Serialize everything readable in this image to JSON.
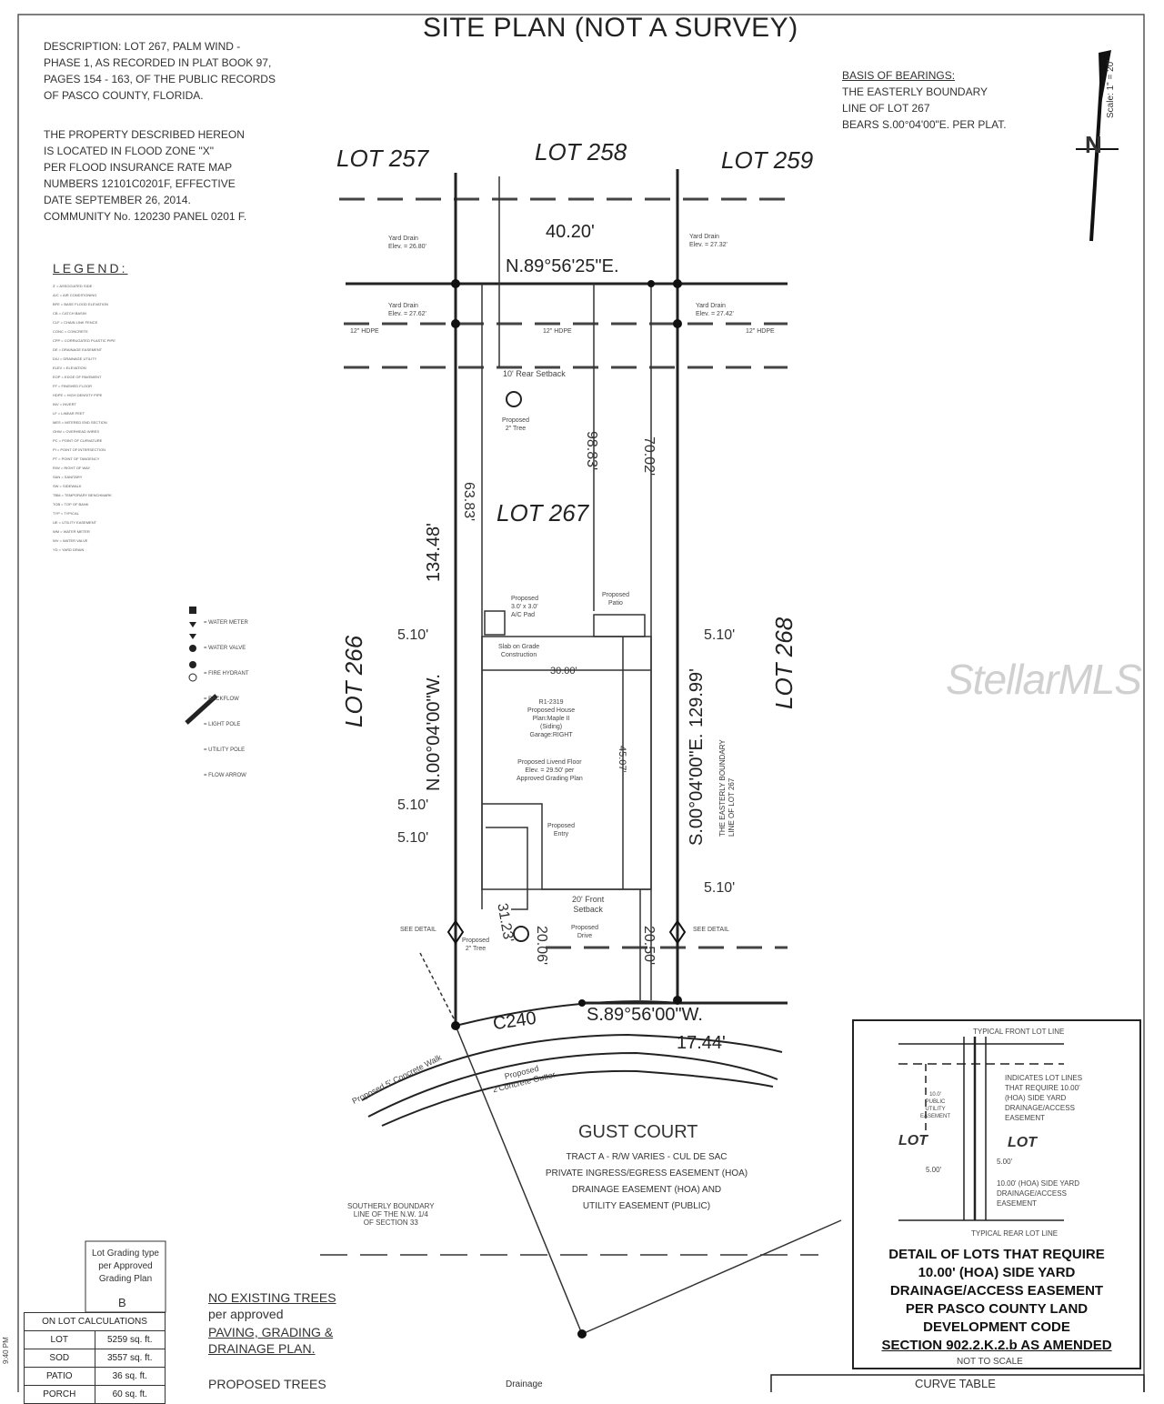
{
  "title": "SITE PLAN (NOT A SURVEY)",
  "description": "DESCRIPTION: LOT 267, PALM WIND -\nPHASE 1, AS RECORDED IN PLAT BOOK 97,\nPAGES 154 - 163, OF THE PUBLIC RECORDS\nOF PASCO COUNTY, FLORIDA.",
  "flood_zone": "THE PROPERTY DESCRIBED HEREON\nIS LOCATED IN FLOOD ZONE \"X\"\nPER FLOOD INSURANCE RATE MAP\nNUMBERS 12101C0201F, EFFECTIVE\nDATE SEPTEMBER 26, 2014.\nCOMMUNITY No. 120230 PANEL 0201 F.",
  "basis_of_bearings": {
    "heading": "BASIS OF BEARINGS:",
    "text": "THE EASTERLY BOUNDARY\nLINE OF LOT 267\nBEARS S.00°04'00\"E. PER PLAT."
  },
  "north_arrow": {
    "label": "N",
    "scale": "Scale: 1\" = 20'"
  },
  "lots": {
    "lot257": "LOT  257",
    "lot258": "LOT  258",
    "lot259": "LOT  259",
    "lot267": "LOT  267",
    "lot266": "LOT  266",
    "lot268": "LOT  268"
  },
  "dimensions": {
    "north_width": "40.20'",
    "north_bearing": "N.89°56'25\"E.",
    "west_length": "134.48'",
    "west_bearing": "N.00°04'00\"W.",
    "east_length": "129.99'",
    "east_bearing": "S.00°04'00\"E.",
    "south_bearing": "S.89°56'00\"W.",
    "south_length": "17.44'",
    "curve": "C240",
    "side_w1": "5.10'",
    "side_w2": "5.10'",
    "side_w3": "5.10'",
    "side_e1": "5.10'",
    "side_e2": "5.10'",
    "house_width": "30.00'",
    "d_63_83": "63.83'",
    "d_98_83": "98.83'",
    "d_70_02": "70.02'",
    "d_45_07": "45.07'",
    "d_31_23": "31.23'",
    "d_20_06": "20.06'",
    "d_20_50": "20.50'"
  },
  "labels": {
    "rear_setback": "10' Rear Setback",
    "front_setback": "20' Front\nSetback",
    "proposed_tree_top": "Proposed\n2\" Tree",
    "proposed_tree_bottom": "Proposed\n2\" Tree",
    "ac_pad": "Proposed\n3.0' x 3.0'\nA/C Pad",
    "patio": "Proposed\nPatio",
    "slab": "Slab on Grade\nConstruction",
    "house": "R1-2319\nProposed House\nPlan:Maple II\n(Siding)\nGarage:RIGHT",
    "living_floor": "Proposed Livend Floor\nElev. = 29.50' per\nApproved Grading Plan",
    "entry": "Proposed\nEntry",
    "drive": "Proposed\nDrive",
    "sidewalk": "Proposed 5' Concrete Walk",
    "gutter": "Proposed\n2'Concrete Gutter",
    "hdpe_w": "12\" HDPE",
    "hdpe_c": "12\" HDPE",
    "hdpe_e": "12\" HDPE",
    "yard_drain_nw": "Yard Drain\nElev. = 26.80'",
    "yard_drain_ne": "Yard Drain\nElev. = 27.32'",
    "yard_drain_w": "Yard Drain\nElev. = 27.62'",
    "yard_drain_e": "Yard Drain\nElev. = 27.42'",
    "see_detail_w": "SEE DETAIL",
    "see_detail_e": "SEE DETAIL",
    "easterly_boundary": "THE EASTERLY BOUNDARY\nLINE OF LOT 267"
  },
  "street": {
    "name": "GUST COURT",
    "lines": "TRACT A - R/W VARIES - CUL DE SAC\nPRIVATE INGRESS/EGRESS EASEMENT (HOA)\nDRAINAGE EASEMENT (HOA) AND\nUTILITY EASEMENT (PUBLIC)"
  },
  "southerly_boundary": "SOUTHERLY BOUNDARY\nLINE OF THE N.W. 1/4\nOF SECTION 33",
  "legend": {
    "title": "LEGEND:",
    "items": [
      "3' = ASSOCIATED SIDE",
      "A/C = AIR CONDITIONING",
      "BFE = BASE FLOOD ELEVATION",
      "CB = CATCH BASIN",
      "CLF = CHAIN LINK FENCE",
      "CONC = CONCRETE",
      "CPP = CORRUGATED PLASTIC PIPE",
      "DE = DRAINAGE EASEMENT",
      "D/U = DRAINAGE UTILITY",
      "ELEV = ELEVATION",
      "EOP = EDGE OF PAVEMENT",
      "FF = FINISHED FLOOR",
      "HDPE = HIGH DENSITY PIPE",
      "INV = INVERT",
      "LF = LINEAR FEET",
      "MES = MITERED END SECTION",
      "OHW = OVERHEAD WIRES",
      "PC = POINT OF CURVATURE",
      "PI = POINT OF INTERSECTION",
      "PT = POINT OF TANGENCY",
      "R/W = RIGHT OF WAY",
      "SAN = SANITARY",
      "SW = SIDEWALK",
      "TBM = TEMPORARY BENCHMARK",
      "TOB = TOP OF BANK",
      "TYP = TYPICAL",
      "UE = UTILITY EASEMENT",
      "WM = WATER METER",
      "WV = WATER VALVE",
      "YD = YARD DRAIN"
    ],
    "symbols": [
      "= WATER METER",
      "= WATER VALVE",
      "= FIRE HYDRANT",
      "= BACKFLOW",
      "= LIGHT POLE",
      "= UTILITY POLE",
      "= FLOW ARROW"
    ]
  },
  "lot_grading": {
    "label": "Lot Grading type\nper Approved\nGrading Plan",
    "value": "B"
  },
  "calculations": {
    "heading": "ON LOT CALCULATIONS",
    "rows": [
      [
        "LOT",
        "5259 sq. ft."
      ],
      [
        "SOD",
        "3557 sq. ft."
      ],
      [
        "PATIO",
        "36 sq. ft."
      ],
      [
        "PORCH",
        "60 sq. ft."
      ]
    ]
  },
  "notes": {
    "no_trees_1": "NO EXISTING TREES",
    "no_trees_2": "per approved",
    "no_trees_3": "PAVING, GRADING &",
    "no_trees_4": "DRAINAGE PLAN.",
    "proposed_trees": "PROPOSED TREES",
    "drainage": "Drainage"
  },
  "detail": {
    "typical_front": "TYPICAL FRONT LOT LINE",
    "typical_rear": "TYPICAL REAR LOT LINE",
    "indicates": "INDICATES LOT LINES\nTHAT REQUIRE 10.00'\n(HOA) SIDE YARD\nDRAINAGE/ACCESS\nEASEMENT",
    "side_yard": "10.00' (HOA) SIDE YARD\nDRAINAGE/ACCESS\nEASEMENT",
    "public_ue": "10.0'\nPUBLIC\nUTILITY\nEASEMENT",
    "lot_left": "LOT",
    "lot_right": "LOT",
    "five_a": "5.00'",
    "five_b": "5.00'",
    "title": "DETAIL OF LOTS THAT REQUIRE\n10.00' (HOA) SIDE YARD\nDRAINAGE/ACCESS EASEMENT\nPER PASCO COUNTY LAND\nDEVELOPMENT CODE",
    "section": "SECTION 902.2.K.2.b AS AMENDED",
    "not_to_scale": "NOT TO SCALE"
  },
  "curve_table": "CURVE TABLE",
  "side_stamp": "9:40 PM",
  "watermark": "StellarMLS"
}
